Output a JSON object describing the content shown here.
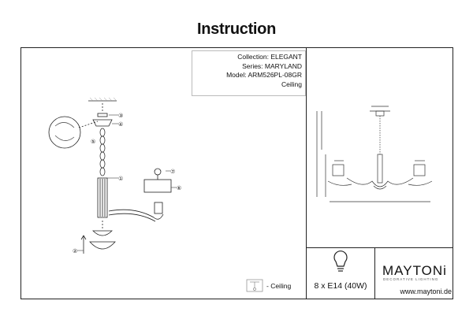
{
  "header": {
    "title": "Instruction"
  },
  "info_box": {
    "collection": "Collection: ELEGANT",
    "series": "Series: MARYLAND",
    "model": "Model: ARM526PL-08GR",
    "mount": "Ceiling"
  },
  "legend": {
    "ceiling_label": "- Ceiling"
  },
  "footer": {
    "bulb_spec": "8 x E14 (40W)",
    "brand": "MAYTONi",
    "brand_tagline": "DECORATIVE LIGHTING",
    "website": "www.maytoni.de"
  },
  "assembly": {
    "step_labels": [
      "①",
      "②",
      "③",
      "④",
      "⑤",
      "⑥",
      "⑦"
    ]
  },
  "colors": {
    "line": "#222222",
    "light": "#888888"
  }
}
